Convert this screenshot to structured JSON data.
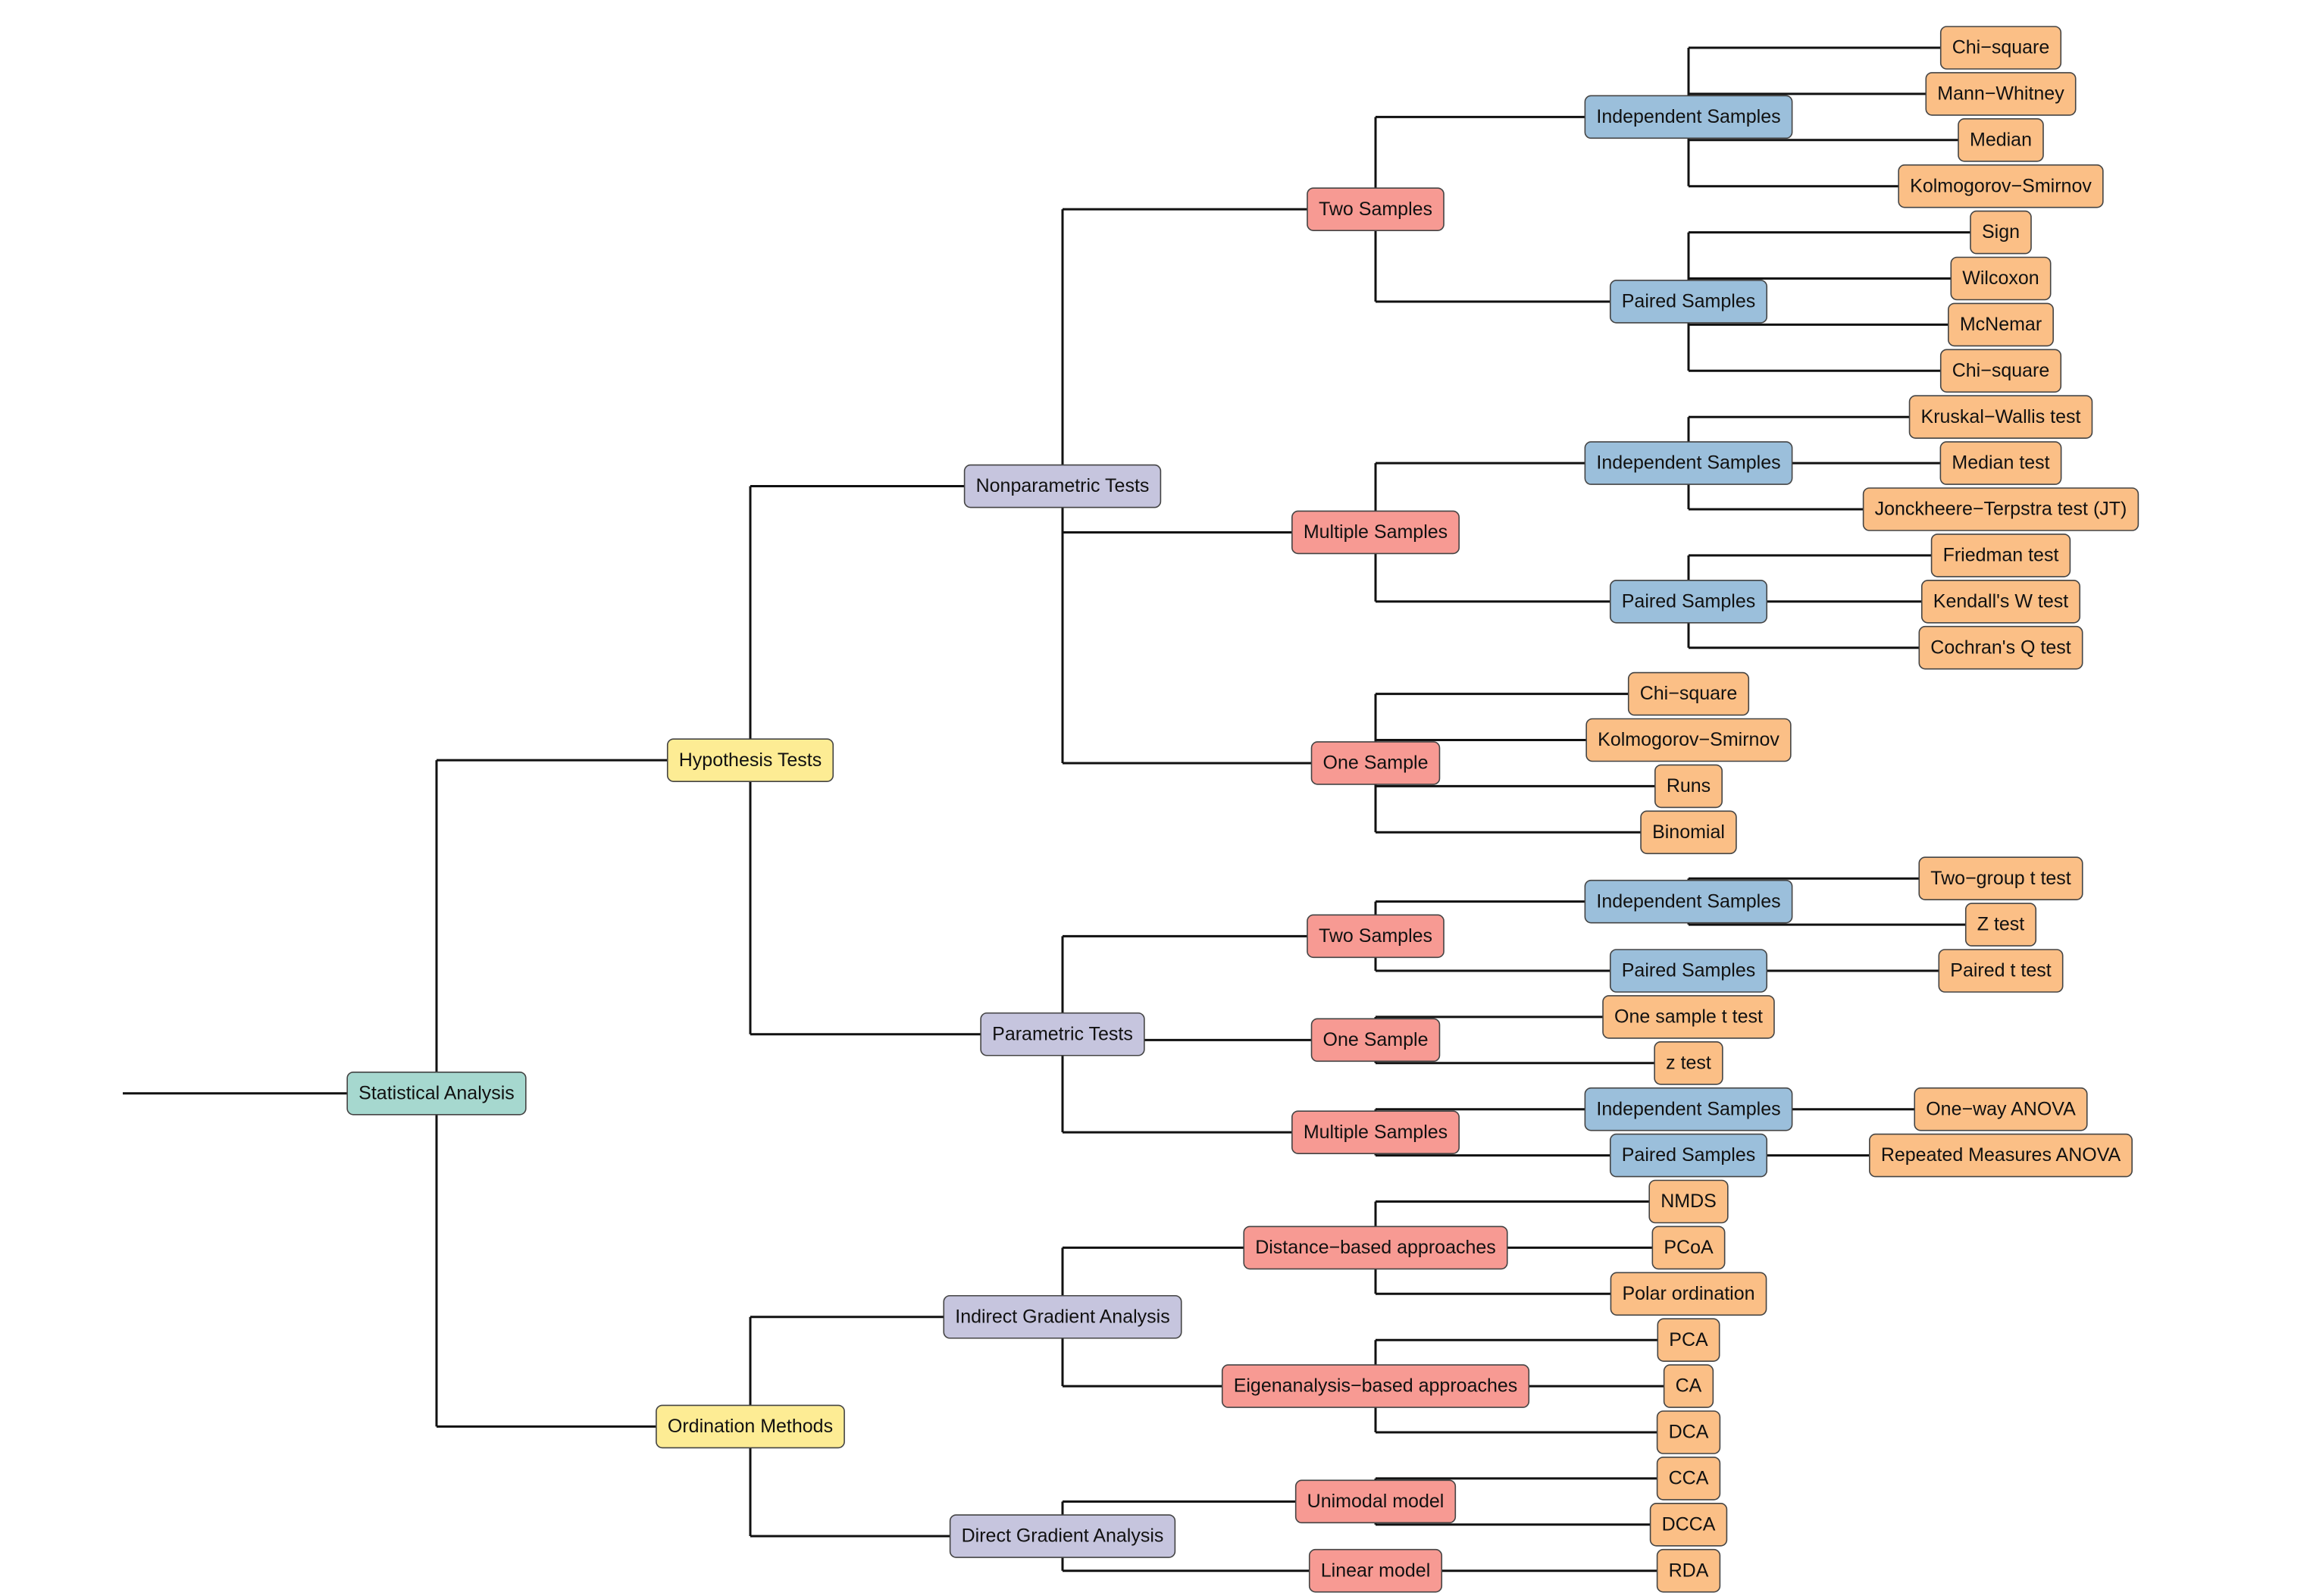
{
  "colors": {
    "root": "#a6d8cf",
    "category": "#fdec94",
    "group": "#c6c5de",
    "design": "#f79a93",
    "sampling": "#9bbfdb",
    "test": "#fbbf86",
    "line": "#111111"
  },
  "tree": {
    "label": "Statistical Analysis",
    "level": "root",
    "children": [
      {
        "label": "Hypothesis Tests",
        "level": "category",
        "children": [
          {
            "label": "Nonparametric Tests",
            "level": "group",
            "children": [
              {
                "label": "Two Samples",
                "level": "design",
                "children": [
                  {
                    "label": "Independent Samples",
                    "level": "sampling",
                    "children": [
                      {
                        "label": "Chi−square",
                        "level": "test"
                      },
                      {
                        "label": "Mann−Whitney",
                        "level": "test"
                      },
                      {
                        "label": "Median",
                        "level": "test"
                      },
                      {
                        "label": "Kolmogorov−Smirnov",
                        "level": "test"
                      }
                    ]
                  },
                  {
                    "label": "Paired Samples",
                    "level": "sampling",
                    "children": [
                      {
                        "label": "Sign",
                        "level": "test"
                      },
                      {
                        "label": "Wilcoxon",
                        "level": "test"
                      },
                      {
                        "label": "McNemar",
                        "level": "test"
                      },
                      {
                        "label": "Chi−square",
                        "level": "test"
                      }
                    ]
                  }
                ]
              },
              {
                "label": "Multiple Samples",
                "level": "design",
                "children": [
                  {
                    "label": "Independent Samples",
                    "level": "sampling",
                    "children": [
                      {
                        "label": "Kruskal−Wallis test",
                        "level": "test"
                      },
                      {
                        "label": "Median test",
                        "level": "test"
                      },
                      {
                        "label": "Jonckheere−Terpstra test (JT)",
                        "level": "test"
                      }
                    ]
                  },
                  {
                    "label": "Paired Samples",
                    "level": "sampling",
                    "children": [
                      {
                        "label": "Friedman test",
                        "level": "test"
                      },
                      {
                        "label": "Kendall's W test",
                        "level": "test"
                      },
                      {
                        "label": "Cochran's Q test",
                        "level": "test"
                      }
                    ]
                  }
                ]
              },
              {
                "label": "One Sample",
                "level": "design",
                "children": [
                  {
                    "label": "Chi−square",
                    "level": "test"
                  },
                  {
                    "label": "Kolmogorov−Smirnov",
                    "level": "test"
                  },
                  {
                    "label": "Runs",
                    "level": "test"
                  },
                  {
                    "label": "Binomial",
                    "level": "test"
                  }
                ]
              }
            ]
          },
          {
            "label": "Parametric Tests",
            "level": "group",
            "children": [
              {
                "label": "Two Samples",
                "level": "design",
                "children": [
                  {
                    "label": "Independent Samples",
                    "level": "sampling",
                    "children": [
                      {
                        "label": "Two−group t test",
                        "level": "test"
                      },
                      {
                        "label": "Z test",
                        "level": "test"
                      }
                    ]
                  },
                  {
                    "label": "Paired Samples",
                    "level": "sampling",
                    "children": [
                      {
                        "label": "Paired t test",
                        "level": "test"
                      }
                    ]
                  }
                ]
              },
              {
                "label": "One Sample",
                "level": "design",
                "children": [
                  {
                    "label": "One sample t test",
                    "level": "test"
                  },
                  {
                    "label": "z test",
                    "level": "test"
                  }
                ]
              },
              {
                "label": "Multiple Samples",
                "level": "design",
                "children": [
                  {
                    "label": "Independent Samples",
                    "level": "sampling",
                    "children": [
                      {
                        "label": "One−way ANOVA",
                        "level": "test"
                      }
                    ]
                  },
                  {
                    "label": "Paired Samples",
                    "level": "sampling",
                    "children": [
                      {
                        "label": "Repeated Measures ANOVA",
                        "level": "test"
                      }
                    ]
                  }
                ]
              }
            ]
          }
        ]
      },
      {
        "label": "Ordination Methods",
        "level": "category",
        "children": [
          {
            "label": "Indirect Gradient Analysis",
            "level": "group",
            "children": [
              {
                "label": "Distance−based approaches",
                "level": "design",
                "children": [
                  {
                    "label": "NMDS",
                    "level": "test"
                  },
                  {
                    "label": "PCoA",
                    "level": "test"
                  },
                  {
                    "label": "Polar ordination",
                    "level": "test"
                  }
                ]
              },
              {
                "label": "Eigenanalysis−based approaches",
                "level": "design",
                "children": [
                  {
                    "label": "PCA",
                    "level": "test"
                  },
                  {
                    "label": "CA",
                    "level": "test"
                  },
                  {
                    "label": "DCA",
                    "level": "test"
                  }
                ]
              }
            ]
          },
          {
            "label": "Direct Gradient Analysis",
            "level": "group",
            "children": [
              {
                "label": "Unimodal model",
                "level": "design",
                "children": [
                  {
                    "label": "CCA",
                    "level": "test"
                  },
                  {
                    "label": "DCCA",
                    "level": "test"
                  }
                ]
              },
              {
                "label": "Linear model",
                "level": "design",
                "children": [
                  {
                    "label": "RDA",
                    "level": "test"
                  }
                ]
              }
            ]
          }
        ]
      }
    ]
  }
}
